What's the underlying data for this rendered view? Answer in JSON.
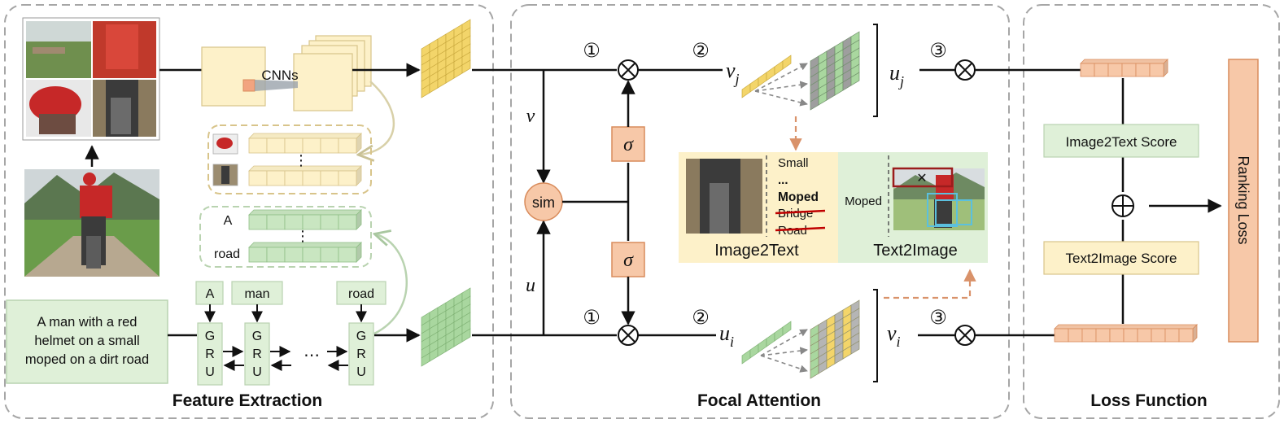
{
  "sections": {
    "feature_extraction": "Feature Extraction",
    "focal_attention": "Focal Attention",
    "loss_function": "Loss Function"
  },
  "feature": {
    "cnn_label": "CNNs",
    "caption": [
      "A man with a red",
      "helmet on a small",
      "moped on a dirt road"
    ],
    "word_a": "A",
    "word_road": "road",
    "vdots": "⋮",
    "gru_tokens": [
      "A",
      "man",
      "road"
    ],
    "gru_letters": [
      "G",
      "R",
      "U"
    ],
    "ellipsis": "⋯"
  },
  "attention": {
    "step1": "①",
    "step2": "②",
    "step3": "③",
    "v": "v",
    "u": "u",
    "vj_base": "v",
    "vj_sub": "j",
    "uj_base": "u",
    "uj_sub": "j",
    "ui_base": "u",
    "ui_sub": "i",
    "vi_base": "v",
    "vi_sub": "i",
    "sigma": "σ",
    "sim": "sim",
    "otimes": "⊗",
    "words": {
      "small": "Small",
      "dots": "...",
      "moped": "Moped",
      "bridge": "Bridge",
      "road": "Road"
    },
    "moped_label": "Moped",
    "image2text_label": "Image2Text",
    "text2image_label": "Text2Image"
  },
  "loss": {
    "image2text_score": "Image2Text Score",
    "text2image_score": "Text2Image Score",
    "oplus": "⊕",
    "ranking_loss": "Ranking Loss"
  },
  "colors": {
    "section_border": "#a6a6a6",
    "yellow_fill": "#fdf1c9",
    "yellow_edge": "#d8c48a",
    "yellow_grid": "#f3d56a",
    "green_fill": "#c9e6c1",
    "green_edge": "#8fbf86",
    "green_grid": "#a9d79f",
    "orange_fill": "#f7c8a8",
    "orange_edge": "#d98c5c",
    "arrow_dashed_orange": "#d9926a",
    "red_strike": "#c00000"
  }
}
